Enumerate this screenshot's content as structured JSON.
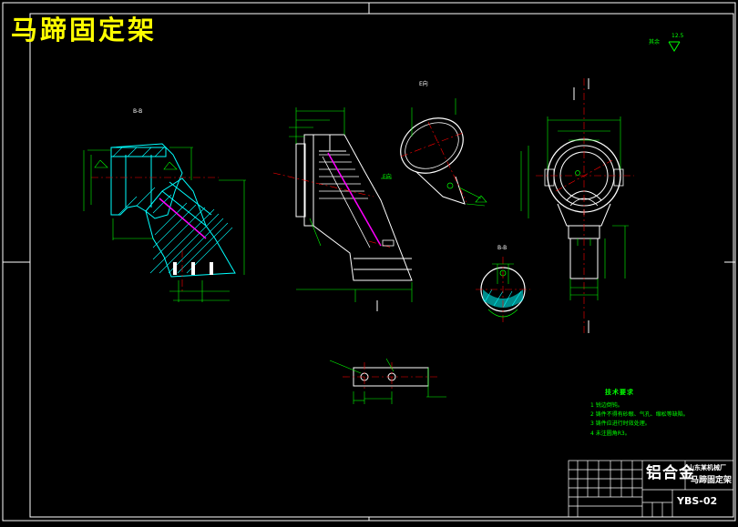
{
  "drawing": {
    "title": "马蹄固定架"
  },
  "views": {
    "section_label": "B-B",
    "section_label_2": "B-B",
    "view_label_e": "E向",
    "view_label_e2": "E向",
    "roughness_label": "其余",
    "roughness_value": "12.5"
  },
  "tech_requirements": {
    "heading": "技术要求",
    "items": [
      "1  锐边倒钝。",
      "2  铸件不得有砂眼、气孔、缩松等缺陷。",
      "3  铸件应进行时效处理。",
      "4  未注圆角R3。"
    ]
  },
  "title_block": {
    "material": "铝合金",
    "company": "山东某机械厂",
    "part_name": "马蹄固定架",
    "drawing_no": "YBS-02"
  }
}
